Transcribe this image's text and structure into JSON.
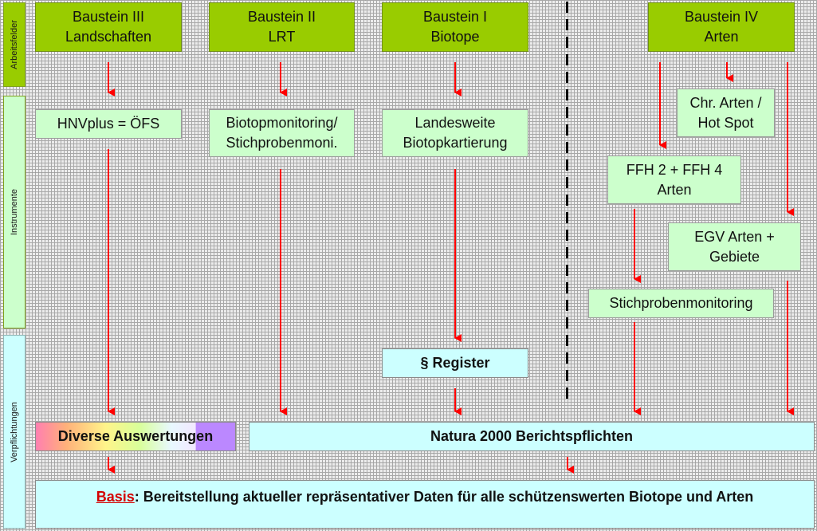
{
  "rows": {
    "arbeitsfelder": "Arbeitsfelder",
    "instrumente": "Instrumente",
    "verpflichtungen": "Verpflichtungen"
  },
  "headers": [
    {
      "title": "Baustein III",
      "subtitle": "Landschaften"
    },
    {
      "title": "Baustein II",
      "subtitle": "LRT"
    },
    {
      "title": "Baustein I",
      "subtitle": "Biotope"
    },
    {
      "title": "Baustein IV",
      "subtitle": "Arten"
    }
  ],
  "instruments": {
    "hnv": "HNVplus  = ÖFS",
    "biotopmonitoring": "Biotopmonitoring/\nStichprobenmoni.",
    "landesweite": "Landesweite\nBiotopkartierung",
    "chr_arten": "Chr. Arten /\nHot Spot",
    "ffh": "FFH 2 + FFH 4\nArten",
    "egv": "EGV Arten +\nGebiete",
    "stichproben": "Stichprobenmonitoring"
  },
  "obligations": {
    "register": "§ Register",
    "diverse": "Diverse Auswertungen",
    "natura": "Natura 2000 Berichtspflichten",
    "basis_label": "Basis",
    "basis_text": ": Bereitstellung aktueller repräsentativer Daten für alle schützenswerten Biotope und Arten"
  },
  "colors": {
    "header_green": "#99cc00",
    "instrument_green": "#ccffcc",
    "obligation_cyan": "#ccffff",
    "arrow_red": "#ff0000",
    "basis_red": "#d40000"
  }
}
